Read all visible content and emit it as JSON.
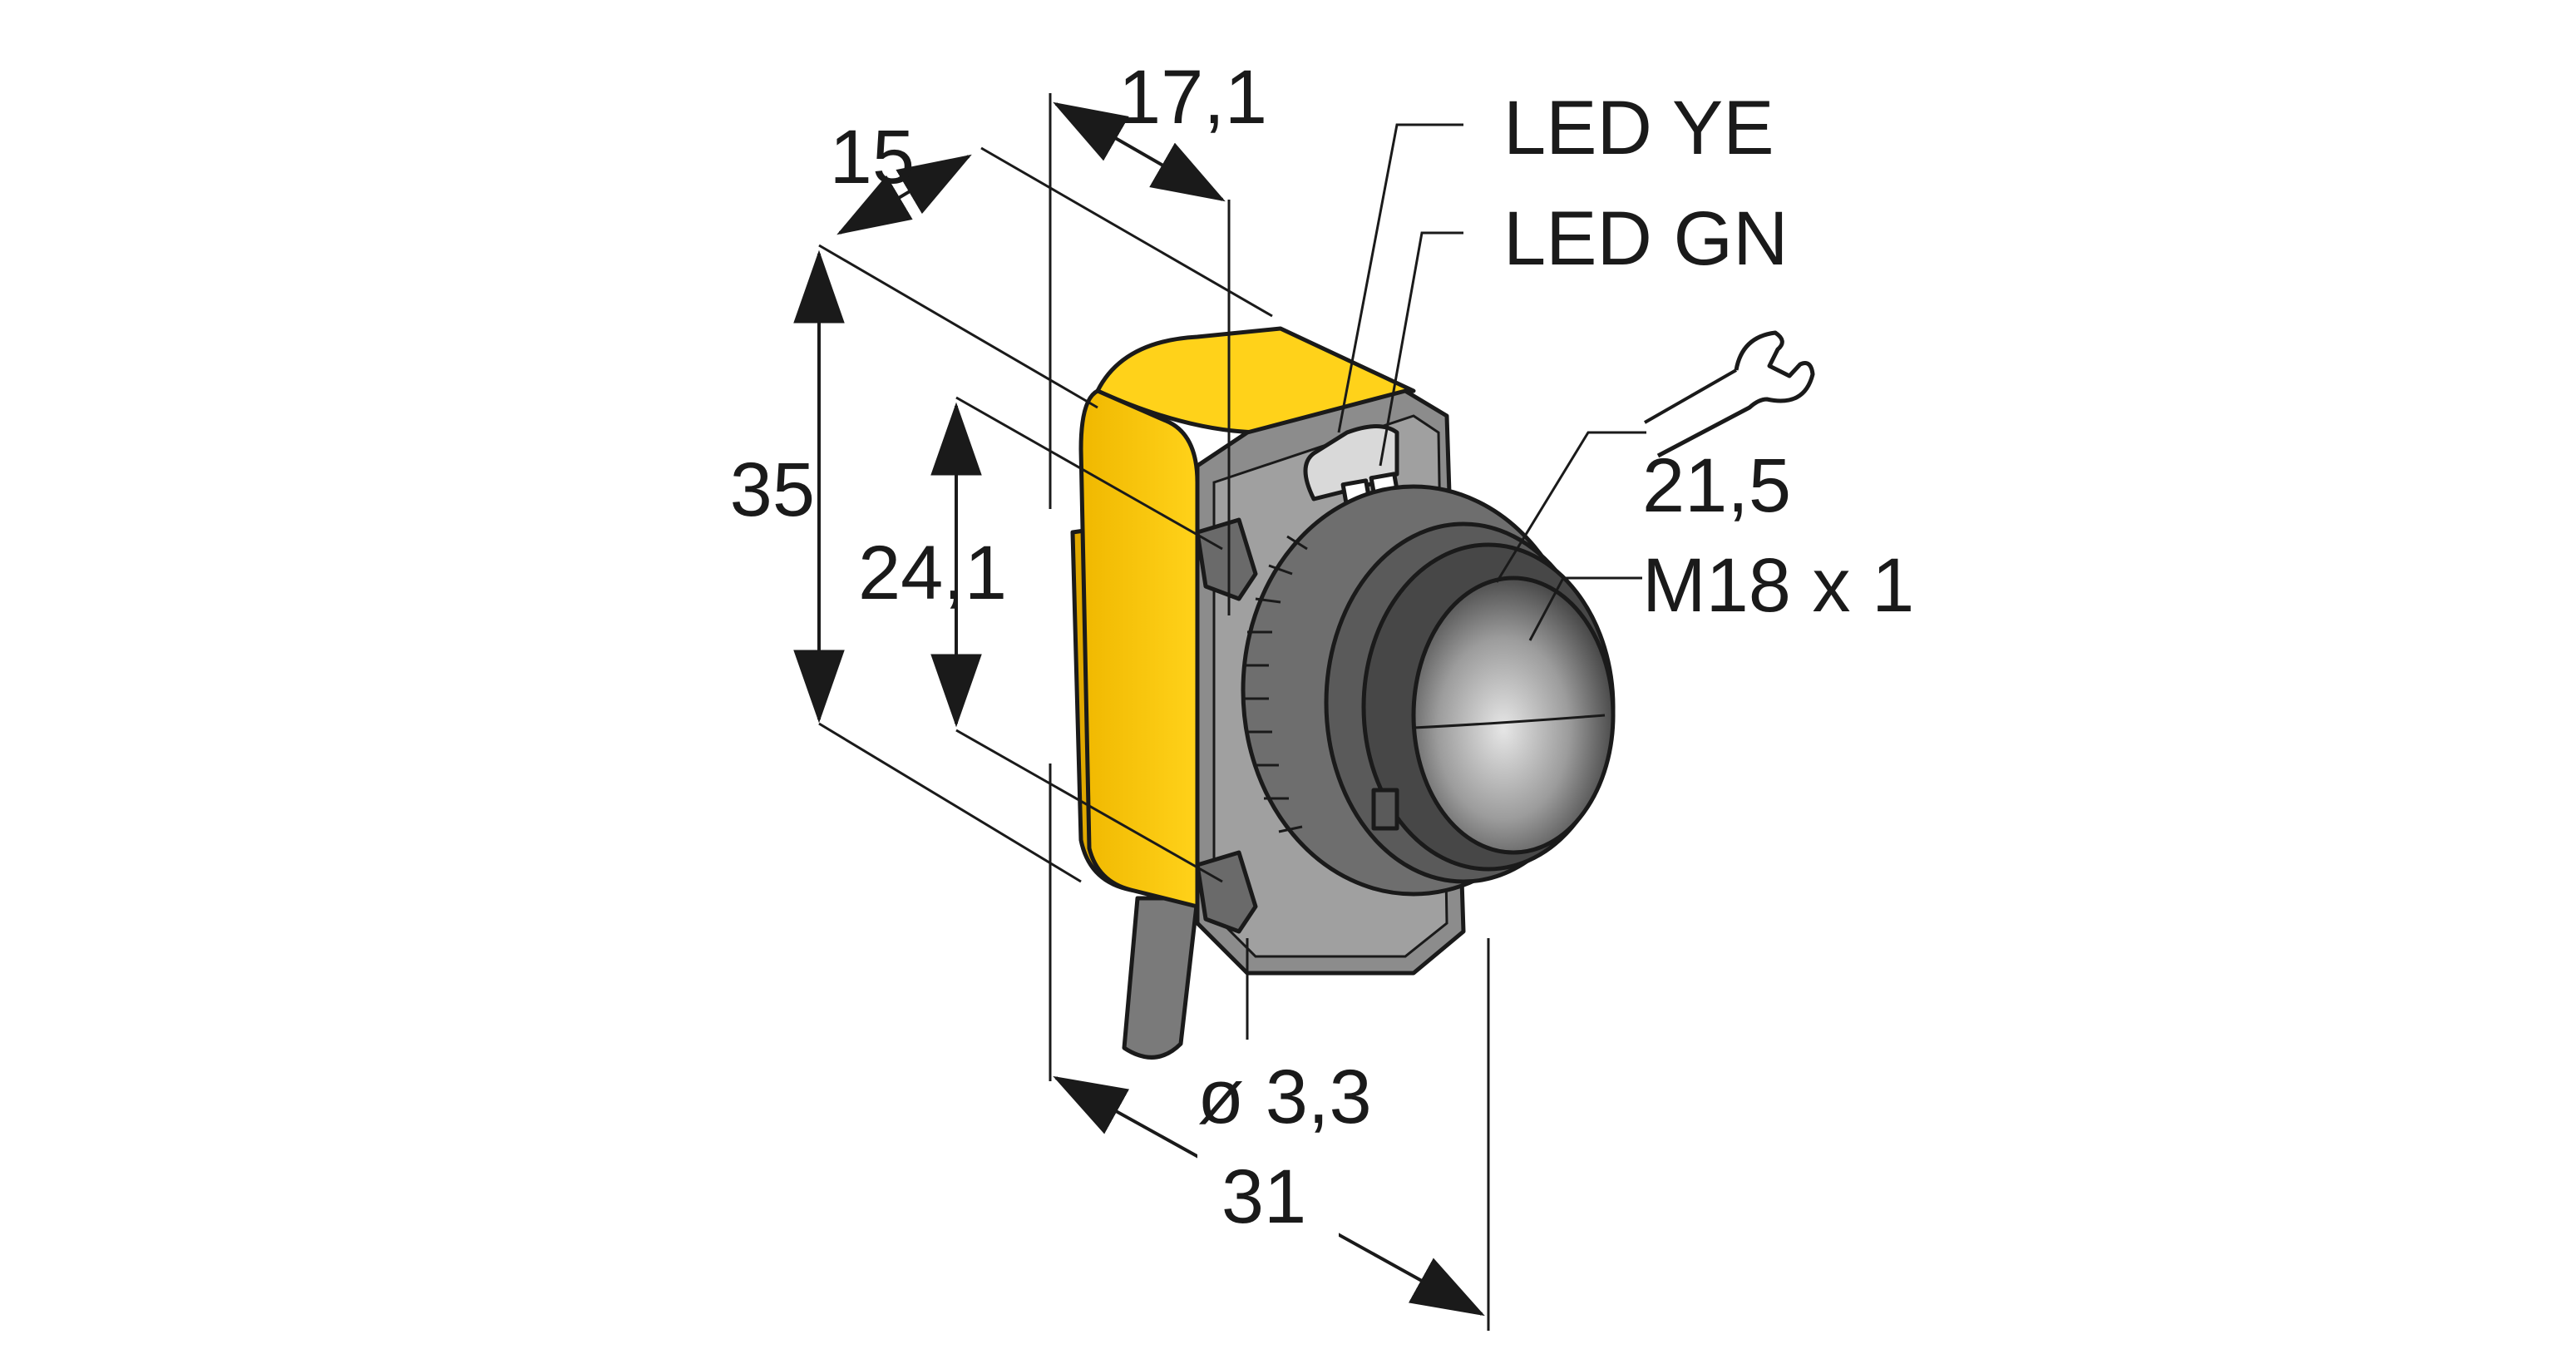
{
  "dimensions": {
    "width_15": "15",
    "depth_17_1": "17,1",
    "height_35": "35",
    "mount_24_1": "24,1",
    "total_31": "31",
    "cable_diameter": "ø 3,3",
    "wrench_size": "21,5",
    "thread": "M18 x 1"
  },
  "labels": {
    "led_yellow": "LED YE",
    "led_green": "LED GN"
  },
  "colors": {
    "housing_yellow": "#ffcc00",
    "housing_gray": "#8a8a8a",
    "lens": "#b8b8b8"
  }
}
